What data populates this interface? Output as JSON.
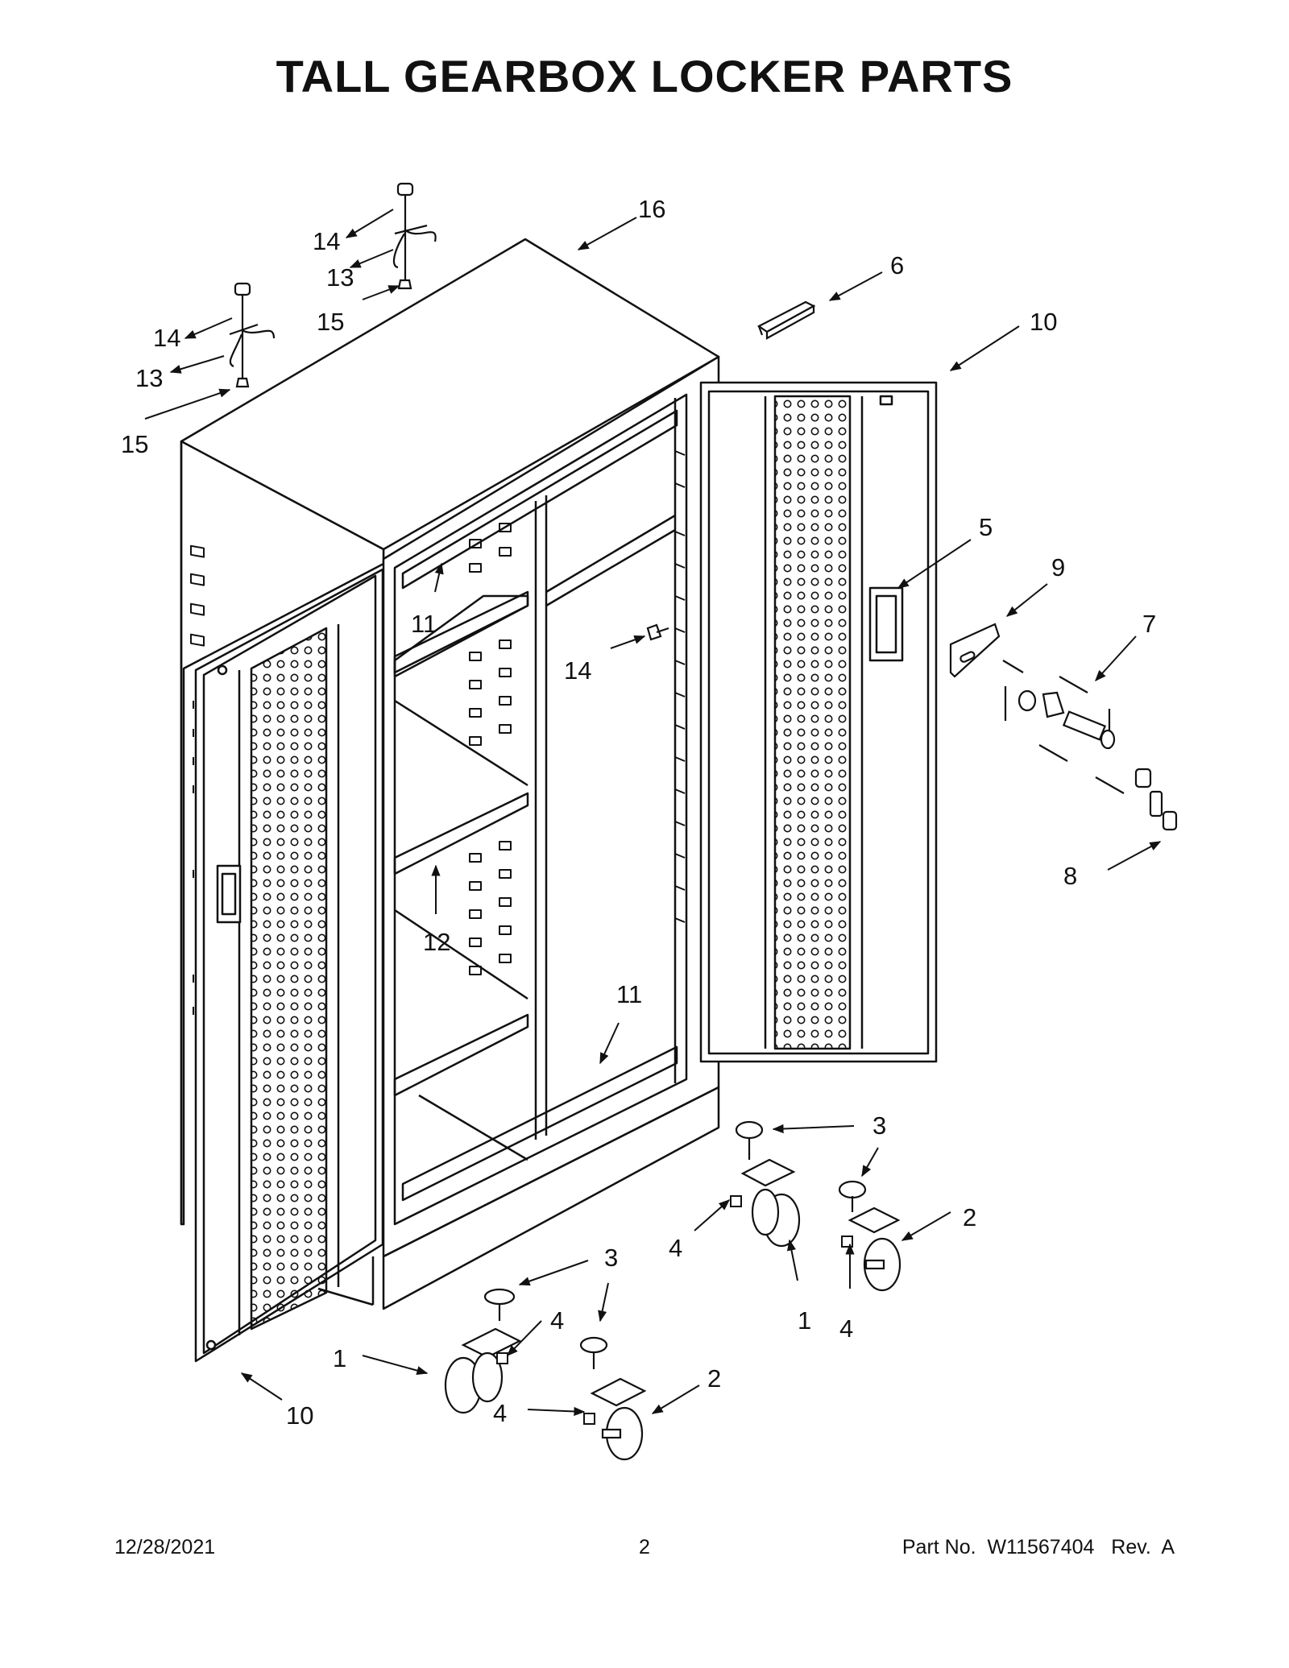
{
  "document": {
    "title": "TALL GEARBOX LOCKER PARTS",
    "footer": {
      "date": "12/28/2021",
      "page": "2",
      "part_number": "Part No.  W11567404   Rev.  A"
    }
  },
  "callouts": [
    {
      "id": "c16",
      "label": "16"
    },
    {
      "id": "c14a",
      "label": "14"
    },
    {
      "id": "c13a",
      "label": "13"
    },
    {
      "id": "c15a",
      "label": "15"
    },
    {
      "id": "c14b",
      "label": "14"
    },
    {
      "id": "c13b",
      "label": "13"
    },
    {
      "id": "c15b",
      "label": "15"
    },
    {
      "id": "c6",
      "label": "6"
    },
    {
      "id": "c10a",
      "label": "10"
    },
    {
      "id": "c5",
      "label": "5"
    },
    {
      "id": "c9",
      "label": "9"
    },
    {
      "id": "c7",
      "label": "7"
    },
    {
      "id": "c8",
      "label": "8"
    },
    {
      "id": "c11a",
      "label": "11"
    },
    {
      "id": "c14c",
      "label": "14"
    },
    {
      "id": "c12",
      "label": "12"
    },
    {
      "id": "c11b",
      "label": "11"
    },
    {
      "id": "c3a",
      "label": "3"
    },
    {
      "id": "c4a",
      "label": "4"
    },
    {
      "id": "c1a",
      "label": "1"
    },
    {
      "id": "c2a",
      "label": "2"
    },
    {
      "id": "c4b",
      "label": "4"
    },
    {
      "id": "c3b",
      "label": "3"
    },
    {
      "id": "c4c",
      "label": "4"
    },
    {
      "id": "c1b",
      "label": "1"
    },
    {
      "id": "c4d",
      "label": "4"
    },
    {
      "id": "c2b",
      "label": "2"
    },
    {
      "id": "c10b",
      "label": "10"
    }
  ]
}
